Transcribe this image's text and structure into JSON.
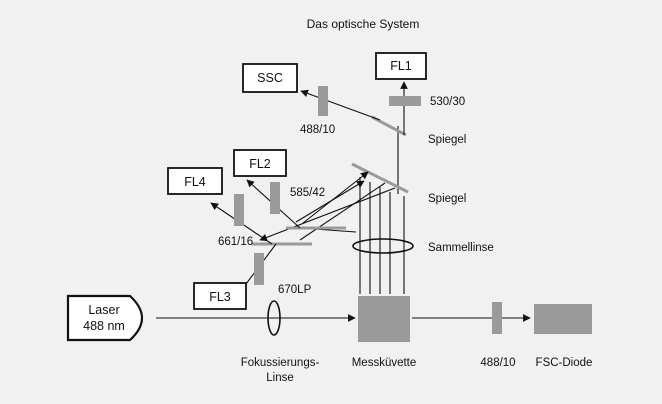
{
  "title": "Das optische System",
  "laser": {
    "line1": "Laser",
    "line2": "488 nm"
  },
  "boxes": {
    "ssc": "SSC",
    "fl1": "FL1",
    "fl2": "FL2",
    "fl3": "FL3",
    "fl4": "FL4",
    "fsc": "FSC-Diode"
  },
  "filters": {
    "f530": "530/30",
    "f488_ssc": "488/10",
    "f585": "585/42",
    "f661": "661/16",
    "f670": "670LP",
    "f488_fsc": "488/10"
  },
  "labels": {
    "spiegel1": "Spiegel",
    "spiegel2": "Spiegel",
    "sammellinse": "Sammellinse",
    "fokus_line1": "Fokussierungs-",
    "fokus_line2": "Linse",
    "messkuevette": "Messküvette"
  },
  "colors": {
    "background": "#f1f1f1",
    "component_gray": "#9a9a9a",
    "line": "#111111"
  }
}
